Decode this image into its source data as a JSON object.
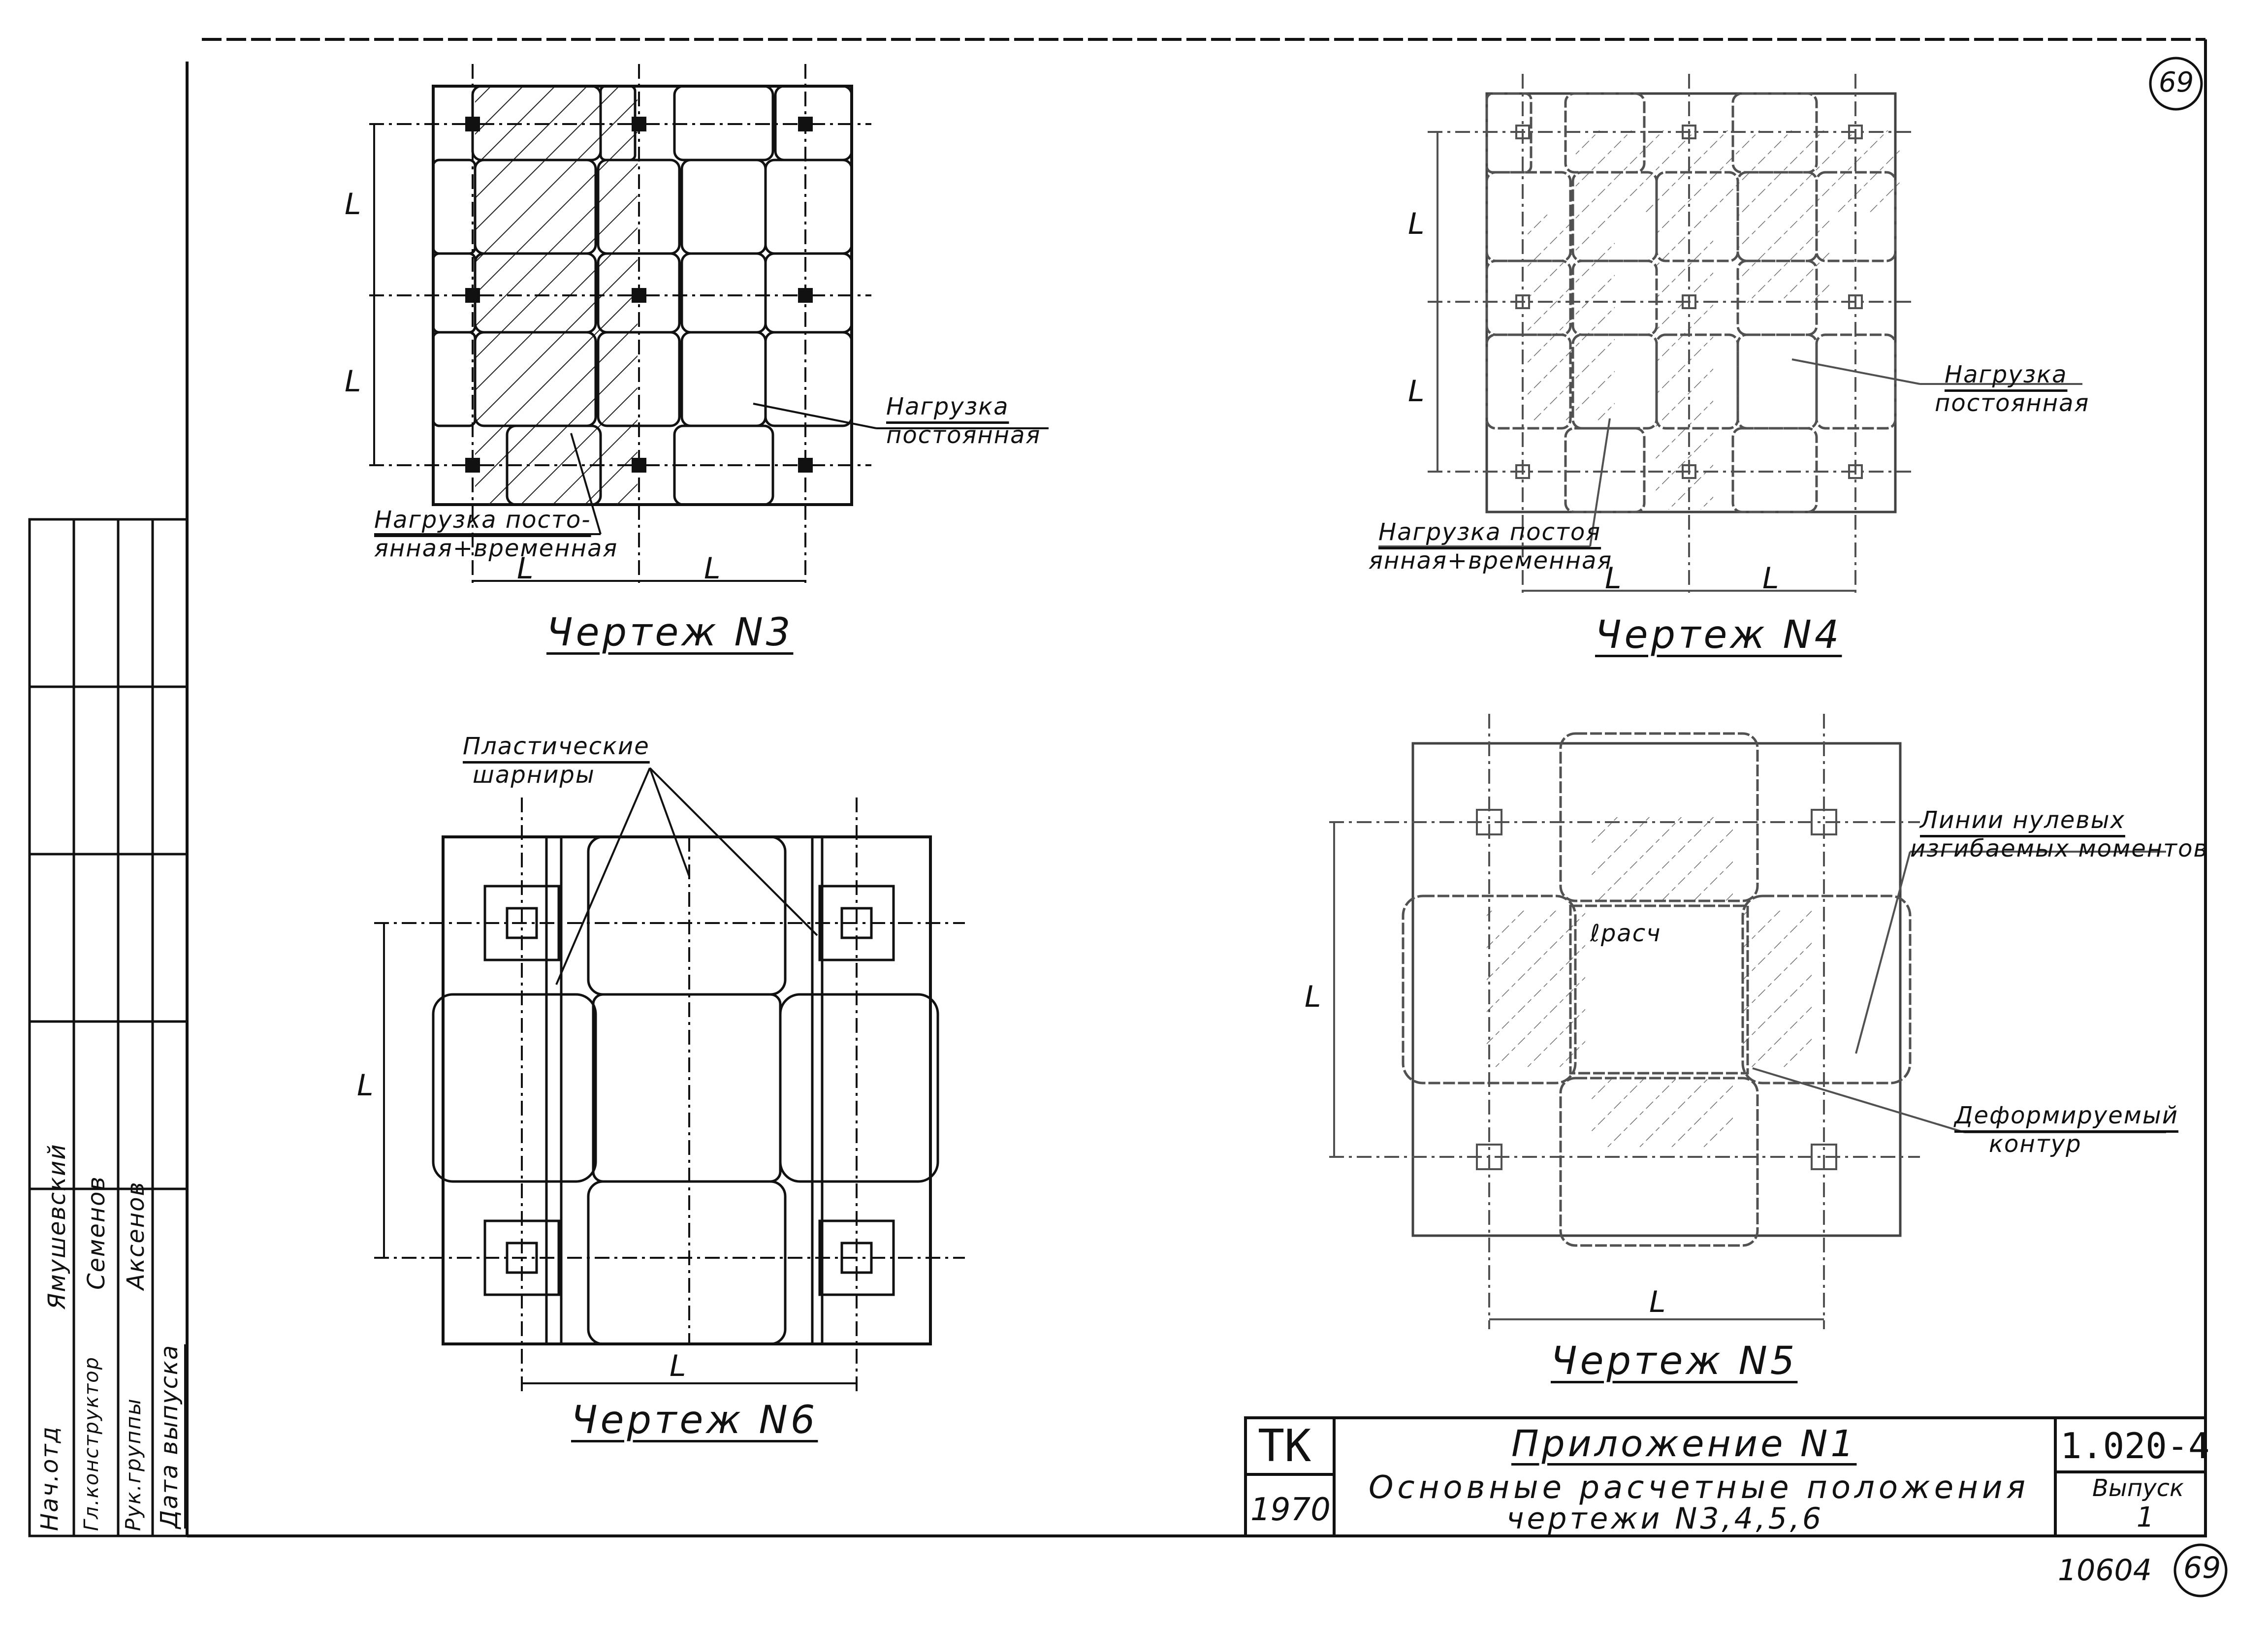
{
  "sheet": {
    "number_top": "69",
    "number_bottom": "69",
    "archive_number": "10604"
  },
  "drawings": {
    "d3": {
      "title": "Чертеж N3",
      "label_const": [
        "Нагрузка",
        "постоянная"
      ],
      "label_const_temp": [
        "Нагрузка посто-",
        "янная+временная"
      ],
      "dim_l": "L"
    },
    "d4": {
      "title": "Чертеж N4",
      "label_const": [
        "Нагрузка",
        "постоянная"
      ],
      "label_const_temp": [
        "Нагрузка постоя",
        "янная+временная"
      ],
      "dim_l": "L"
    },
    "d5": {
      "title": "Чертеж N5",
      "label_zero": [
        "Линии нулевых",
        "изгибаемых моментов"
      ],
      "label_contour": [
        "Деформируемый",
        "контур"
      ],
      "label_calc": "ℓрасч",
      "dim_l": "L"
    },
    "d6": {
      "title": "Чертеж N6",
      "label_hinges": [
        "Пластические",
        "шарниры"
      ],
      "dim_l": "L"
    }
  },
  "title_block": {
    "org": "ТК",
    "year": "1970",
    "appendix": "Приложение N1",
    "description_line1": "Основные расчетные положения",
    "description_line2": "чертежи N3,4,5,6",
    "code": "1.020-4",
    "issue_label": "Выпуск",
    "issue_number": "1"
  },
  "side_stamp": {
    "roles": [
      "Нач.отд",
      "Гл.конструктор",
      "Рук.группы"
    ],
    "names": [
      "Ямушевский",
      "Семенов",
      "Аксенов"
    ],
    "date_label": "Дата выпуска"
  }
}
